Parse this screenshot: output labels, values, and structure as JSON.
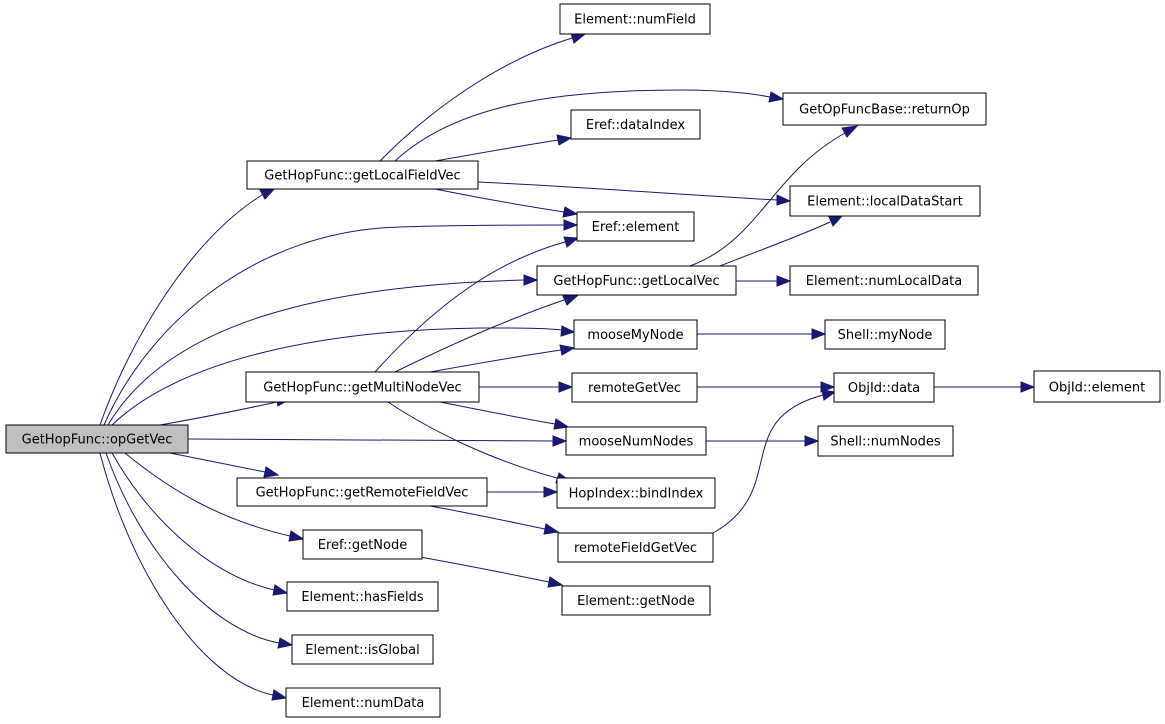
{
  "colors": {
    "edge": "#191970",
    "focus_fill": "#bfbfbf",
    "node_fill": "#ffffff",
    "border": "#000000"
  },
  "nodes": {
    "op_get_vec": {
      "label": "GetHopFunc::opGetVec",
      "focus": true
    },
    "get_local_field_vec": {
      "label": "GetHopFunc::getLocalFieldVec"
    },
    "get_multi_node_vec": {
      "label": "GetHopFunc::getMultiNodeVec"
    },
    "get_remote_field_vec": {
      "label": "GetHopFunc::getRemoteFieldVec"
    },
    "get_local_vec": {
      "label": "GetHopFunc::getLocalVec"
    },
    "element_num_field": {
      "label": "Element::numField"
    },
    "return_op": {
      "label": "GetOpFuncBase::returnOp"
    },
    "eref_data_index": {
      "label": "Eref::dataIndex"
    },
    "local_data_start": {
      "label": "Element::localDataStart"
    },
    "eref_element": {
      "label": "Eref::element"
    },
    "num_local_data": {
      "label": "Element::numLocalData"
    },
    "moose_my_node": {
      "label": "mooseMyNode"
    },
    "shell_my_node": {
      "label": "Shell::myNode"
    },
    "remote_get_vec": {
      "label": "remoteGetVec"
    },
    "objid_data": {
      "label": "ObjId::data"
    },
    "objid_element": {
      "label": "ObjId::element"
    },
    "moose_num_nodes": {
      "label": "mooseNumNodes"
    },
    "shell_num_nodes": {
      "label": "Shell::numNodes"
    },
    "hop_bind_index": {
      "label": "HopIndex::bindIndex"
    },
    "remote_field_get_vec": {
      "label": "remoteFieldGetVec"
    },
    "eref_get_node": {
      "label": "Eref::getNode"
    },
    "element_get_node": {
      "label": "Element::getNode"
    },
    "element_has_fields": {
      "label": "Element::hasFields"
    },
    "element_is_global": {
      "label": "Element::isGlobal"
    },
    "element_num_data": {
      "label": "Element::numData"
    }
  }
}
